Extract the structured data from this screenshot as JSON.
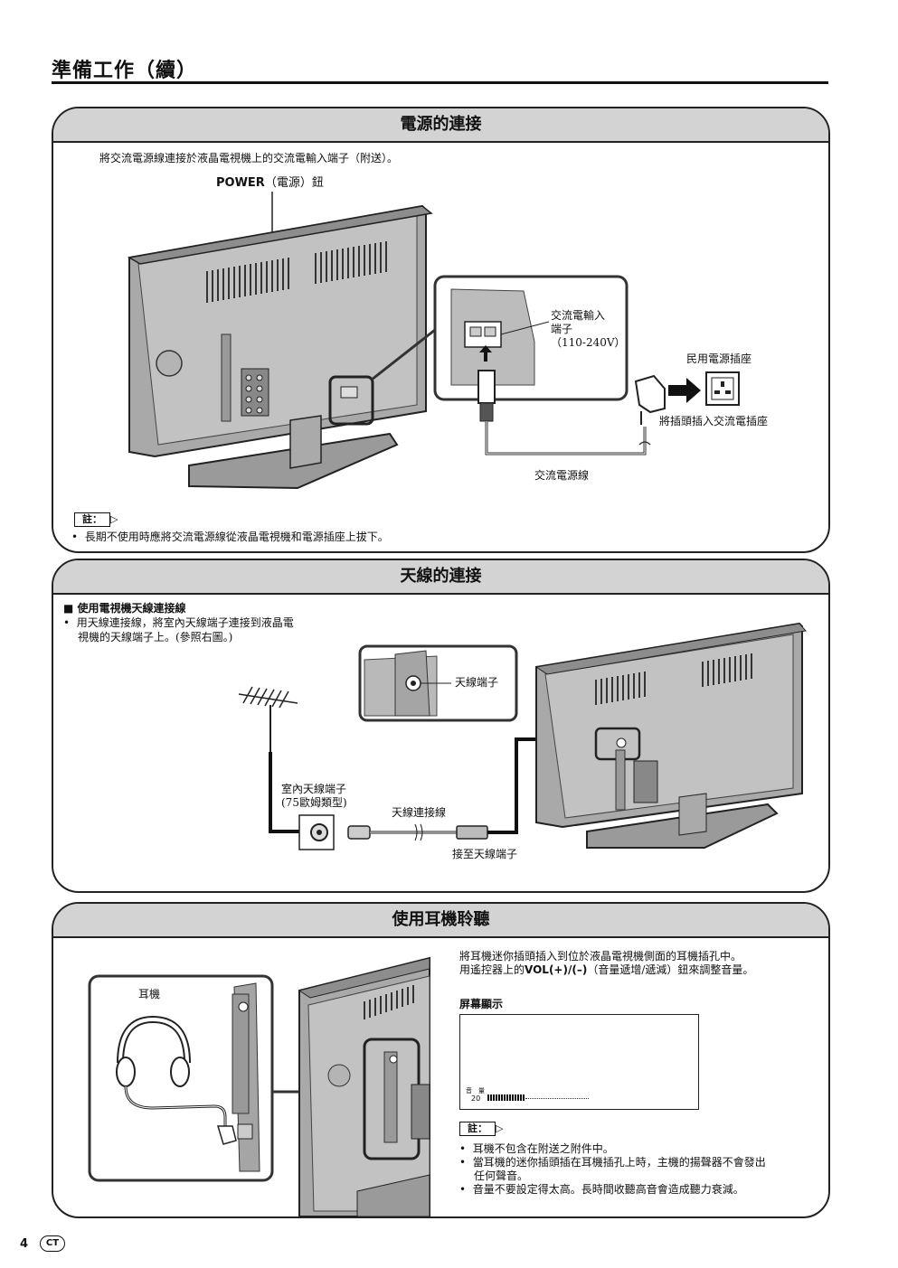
{
  "header": {
    "title": "準備工作（續）"
  },
  "sections": {
    "power": {
      "heading": "電源的連接",
      "intro": "將交流電源線連接於液晶電視機上的交流電輸入端子（附送）。",
      "power_button_bold": "POWER",
      "power_button_rest": "（電源）鈕",
      "ac_input_label_1": "交流電輸入",
      "ac_input_label_2": "端子",
      "ac_input_label_3": "（110-240V）",
      "outlet_label": "民用電源插座",
      "insert_plug_label": "將插頭插入交流電插座",
      "cord_label": "交流電源線",
      "note_badge": "註：",
      "note_text": "長期不使用時應將交流電源線從液晶電視機和電源插座上拔下。"
    },
    "antenna": {
      "heading": "天線的連接",
      "subheading": "使用電視機天線連接線",
      "bullet_line1": "用天線連接線，將室內天線端子連接到液晶電",
      "bullet_line2": "視機的天線端子上。(參照右圖。)",
      "terminal_label": "天線端子",
      "indoor_label_1": "室內天線端子",
      "indoor_label_2": "(75歐姆類型)",
      "cable_label": "天線連接線",
      "to_terminal_label": "接至天線端子"
    },
    "headphone": {
      "heading": "使用耳機聆聽",
      "desc_line1": "將耳機迷你插頭插入到位於液晶電視機側面的耳機插孔中。",
      "desc_line2_pre": "用遙控器上的",
      "desc_line2_bold": "VOL(+)/(–)",
      "desc_line2_post": "（音量遞增/遞減）鈕來調整音量。",
      "headphone_label": "耳機",
      "screen_title": "屏幕顯示",
      "volume_label": "音　量",
      "volume_value": "20",
      "note_badge": "註：",
      "notes": [
        "耳機不包含在附送之附件中。",
        "當耳機的迷你插頭插在耳機插孔上時，主機的揚聲器不會發出",
        "任何聲音。",
        "音量不要設定得太高。長時間收聽高音會造成聽力衰減。"
      ]
    }
  },
  "footer": {
    "page_number": "4",
    "lang_code": "CT"
  }
}
